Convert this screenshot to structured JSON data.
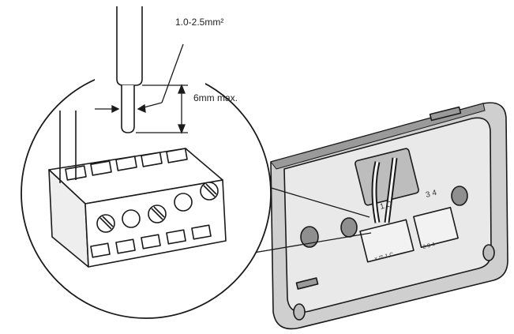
{
  "labels": {
    "wire_size": "1.0-2.5mm²",
    "strip_length": "6mm max."
  },
  "backplate_markings": {
    "terminals_left": "1 C",
    "terminals_right": "3 4",
    "terminal_numbers_left": "x ⚖ 1 C",
    "terminal_numbers_right": "2 3 4"
  },
  "colors": {
    "line": "#1a1a1a",
    "plate_fill": "#cfcfcf",
    "plate_shade": "#9a9a9a",
    "terminal_fill": "#ffffff"
  }
}
